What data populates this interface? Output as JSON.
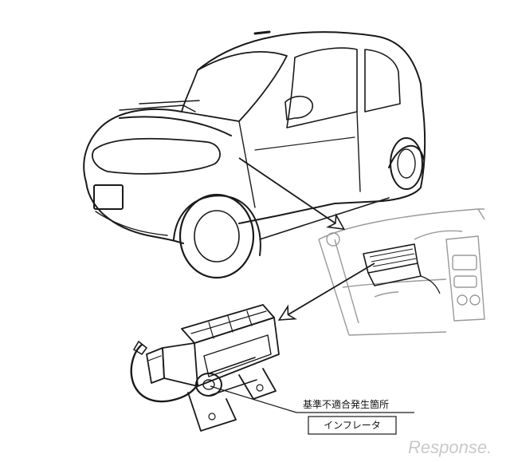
{
  "callout": {
    "defect_location": "基準不適合発生箇所",
    "part_name": "インフレータ"
  },
  "watermark": {
    "brand": "Response."
  },
  "colors": {
    "line": "#1a1a1a",
    "faint": "#9a9a9a",
    "watermark": "#c9c9c9"
  }
}
